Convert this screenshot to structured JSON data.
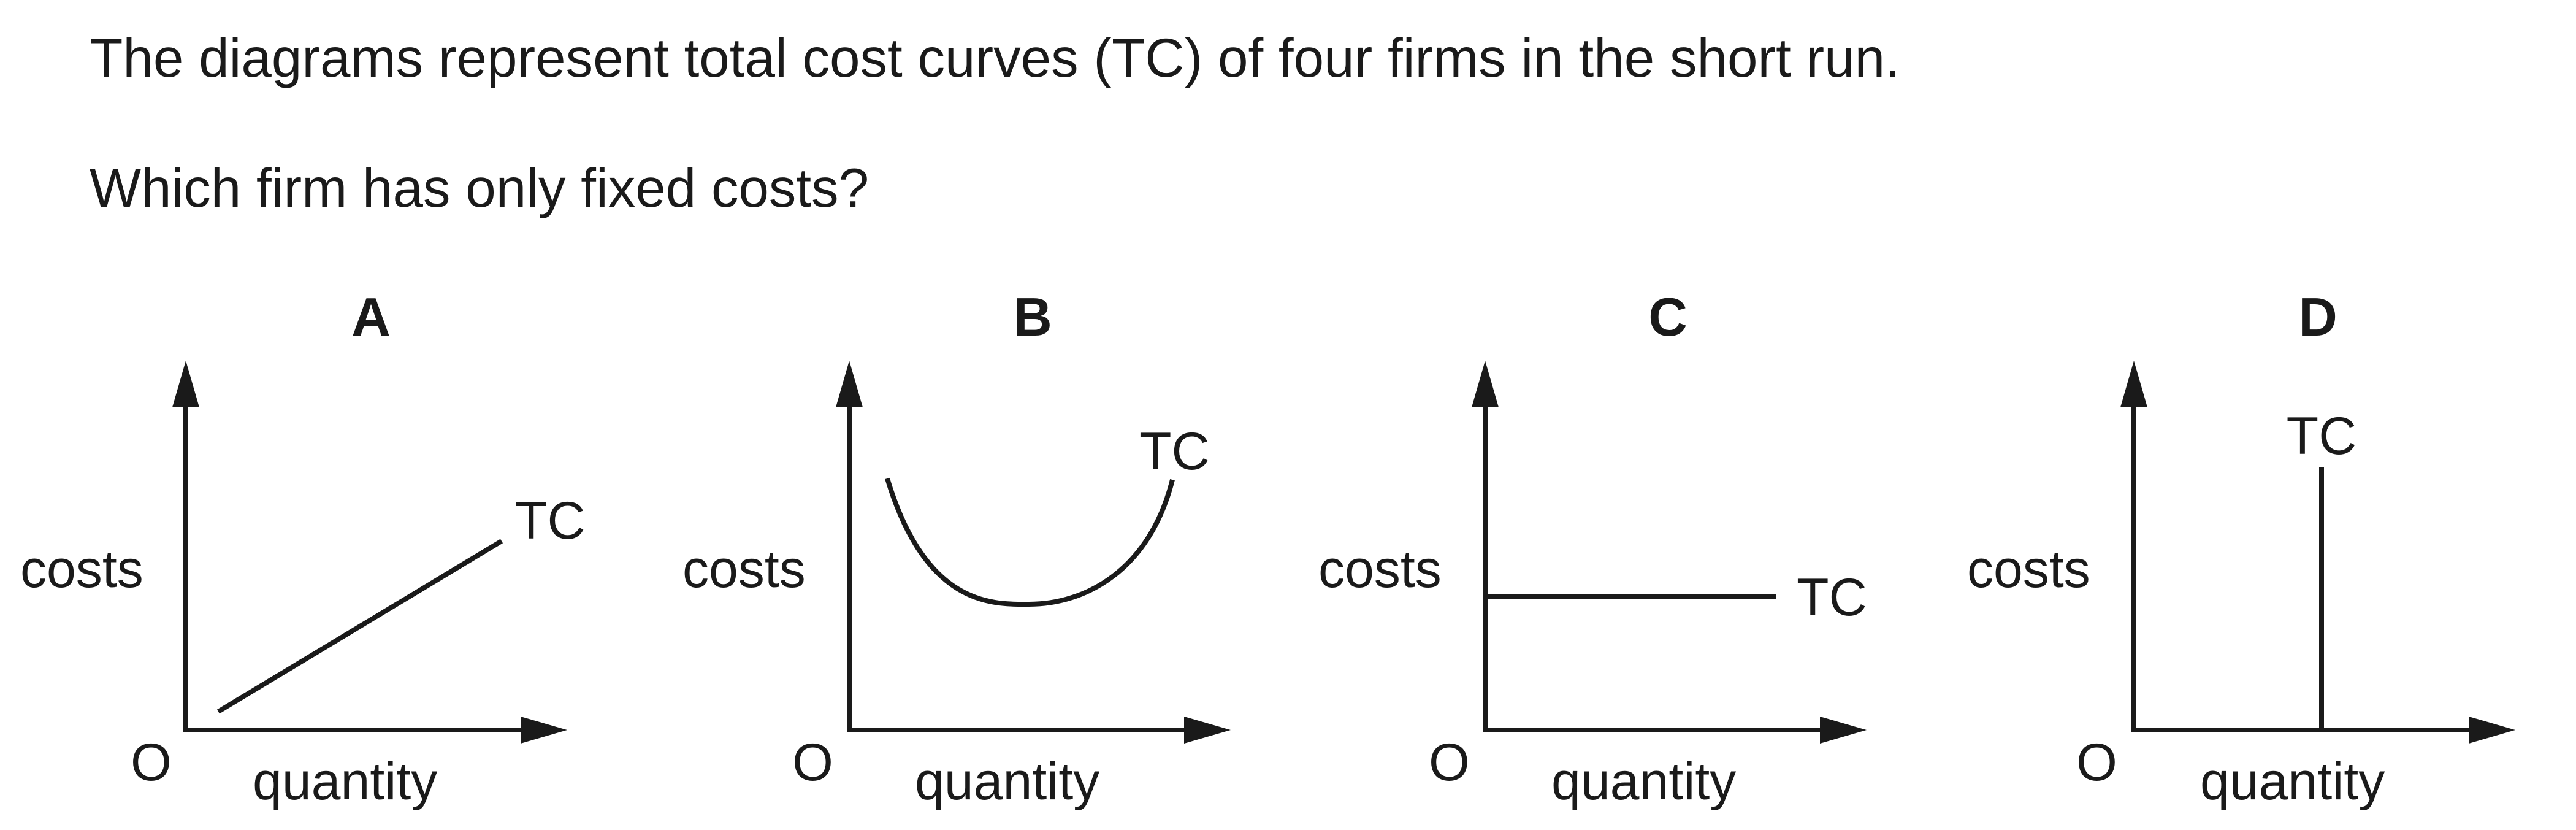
{
  "question": {
    "line1": "The diagrams represent total cost curves (TC) of four firms in the short run.",
    "line2": "Which firm has only fixed costs?"
  },
  "diagrams": [
    {
      "letter": "A",
      "y_label": "costs",
      "x_label": "quantity",
      "origin_label": "O",
      "curve_label": "TC",
      "curve_shape": "upward-sloping straight line"
    },
    {
      "letter": "B",
      "y_label": "costs",
      "x_label": "quantity",
      "origin_label": "O",
      "curve_label": "TC",
      "curve_shape": "U-shaped curve"
    },
    {
      "letter": "C",
      "y_label": "costs",
      "x_label": "quantity",
      "origin_label": "O",
      "curve_label": "TC",
      "curve_shape": "horizontal line"
    },
    {
      "letter": "D",
      "y_label": "costs",
      "x_label": "quantity",
      "origin_label": "O",
      "curve_label": "TC",
      "curve_shape": "vertical line"
    }
  ],
  "colors": {
    "ink": "#1a1a1a",
    "background": "#ffffff"
  }
}
